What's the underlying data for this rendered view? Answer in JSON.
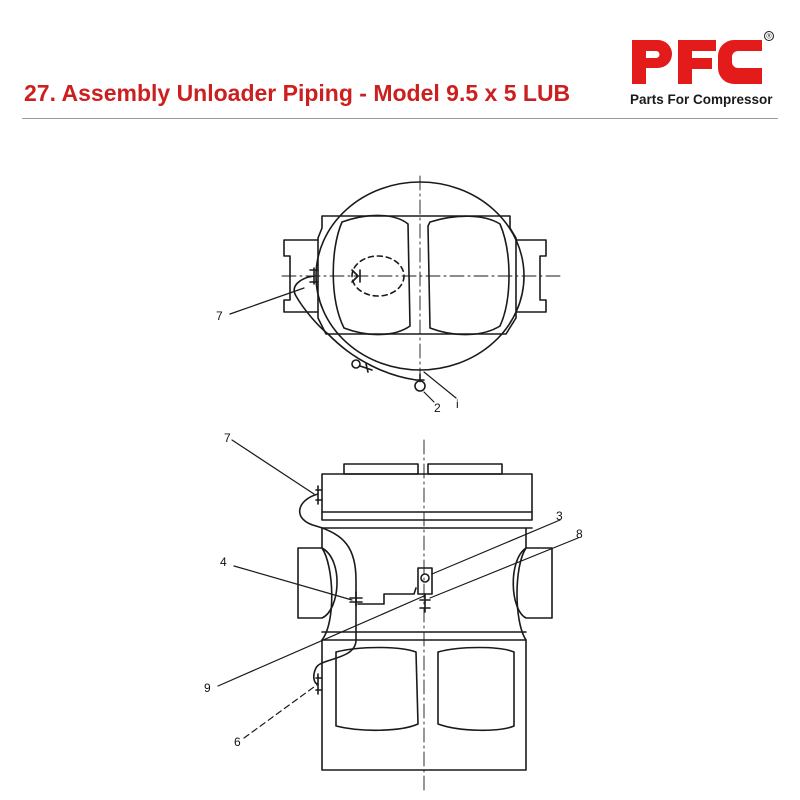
{
  "header": {
    "title": "27. Assembly Unloader Piping - Model 9.5 x 5 LUB",
    "brand": "PFC",
    "brand_tagline": "Parts For Compressor",
    "registered_mark": "®",
    "title_color": "#cc1f1f",
    "brand_color": "#e31b1b"
  },
  "top_view": {
    "callouts": [
      "7",
      "2",
      "i"
    ]
  },
  "front_view": {
    "callouts": [
      "7",
      "3",
      "8",
      "4",
      "9",
      "6"
    ]
  }
}
